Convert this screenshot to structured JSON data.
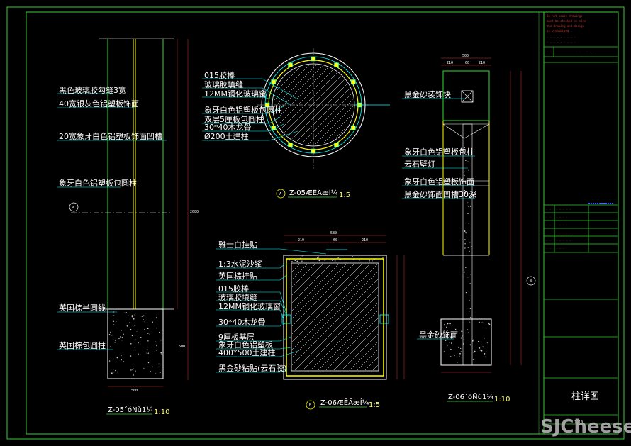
{
  "colors": {
    "background": "#000000",
    "frame": "#33cc33",
    "label": "#ffffff",
    "leader": "#00ffff",
    "pillar": "#33dd33",
    "accent_yellow": "#ffff00",
    "dimension": "#cc3333",
    "hatch": "#ffffff"
  },
  "left_elevation": {
    "labels": [
      "黑色玻璃胶勾缝3宽",
      "40宽银灰色铝塑板饰面",
      "20宽象牙白色铝塑板饰面凹槽",
      "象牙白色铝塑板包圆柱",
      "英国棕半圆线",
      "英国棕包圆柱"
    ],
    "marker": "A",
    "title": "Z-05´óÑù1¼",
    "scale": "1:10",
    "dims": [
      "500",
      "2000",
      "600"
    ]
  },
  "round_section": {
    "labels": [
      "015胶棒",
      "玻璃胶填缝",
      "12MM钢化玻璃窗",
      "象牙白色铝塑板包圆柱",
      "双层5厘板包圆柱",
      "30*40木龙骨",
      "Ø200土建柱"
    ],
    "marker": "A",
    "title": "Z-05ÆÊÃæÍ¼",
    "scale": "1:5"
  },
  "square_section": {
    "labels": [
      "雅士白挂贴",
      "1:3水泥沙浆",
      "英国棕挂贴",
      "015胶棒",
      "玻璃胶填缝",
      "12MM钢化玻璃窗",
      "30*40木龙骨",
      "9厘板基层",
      "象牙白色铝塑板",
      "400*500土建柱",
      "黑金砂粘贴(云石胶)"
    ],
    "marker": "B",
    "title": "Z-06ÆÊÃæÍ¼",
    "scale": "1:5",
    "dims": [
      "580",
      "210",
      "60",
      "210"
    ]
  },
  "right_elevation": {
    "labels": [
      "黑金砂装饰块",
      "象牙白色铝塑板包柱",
      "云石壁灯",
      "象牙白色铝塑板饰面",
      "黑金砂饰面凹槽30深",
      "黑金砂饰面"
    ],
    "marker": "B",
    "title": "Z-06´óÑù1¼",
    "scale": "1:10",
    "dims": [
      "500",
      "210",
      "60",
      "210"
    ]
  },
  "title_block": {
    "drawing_title": "柱详图",
    "scale_value": "1:10"
  },
  "watermark": "SJCheese"
}
